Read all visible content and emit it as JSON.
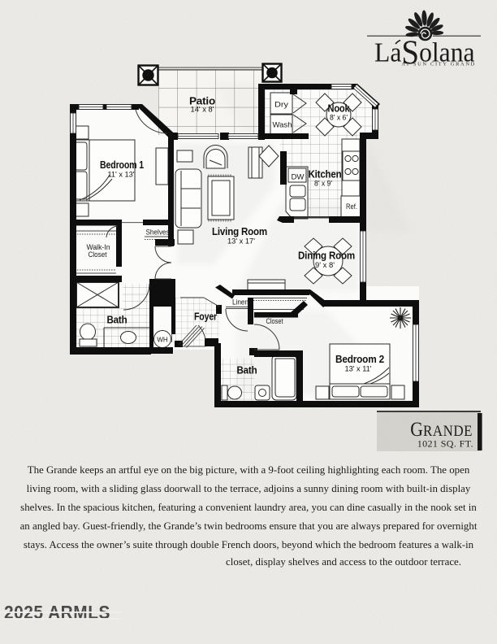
{
  "logo": {
    "brand_first": "La",
    "brand_s": "S",
    "brand_rest": "olana",
    "brand": "LaSolana",
    "tagline": "AT SUN CITY GRAND"
  },
  "title_box": {
    "initial": "G",
    "rest": "RANDE",
    "name": "GRANDE",
    "area": "1021 SQ. FT."
  },
  "plan": {
    "rooms": {
      "patio": {
        "name": "Patio",
        "dims": "14' x 8'"
      },
      "nook": {
        "name": "Nook",
        "dims": "8' x 6'"
      },
      "bedroom1": {
        "name": "Bedroom 1",
        "dims": "11' x 13'"
      },
      "kitchen": {
        "name": "Kitchen",
        "dims": "8' x 9'"
      },
      "living": {
        "name": "Living Room",
        "dims": "13' x 17'"
      },
      "dining": {
        "name": "Dining Room",
        "dims": "9' x 8'"
      },
      "bedroom2": {
        "name": "Bedroom 2",
        "dims": "13' x 11'"
      },
      "bath1": {
        "name": "Bath"
      },
      "bath2": {
        "name": "Bath"
      },
      "foyer": {
        "name": "Foyer"
      },
      "walkin": {
        "line1": "Walk-In",
        "line2": "Closet"
      }
    },
    "fixtures": {
      "dry": "Dry",
      "wash": "Wash",
      "dw": "DW",
      "ref": "Ref.",
      "wh": "WH",
      "linen": "Linen",
      "closet": "Closet",
      "shelves": "Shelves"
    }
  },
  "description": {
    "lines": [
      "The Grande keeps an artful eye on the big picture, with a 9-foot ceiling highlighting each room. The open",
      "living room, with a sliding glass doorwall to the terrace, adjoins a sunny dining room with built-in display",
      "shelves. In the spacious kitchen, featuring a convenient laundry area, you can dine casually in the nook set in",
      "an angled bay. Guest-friendly, the Grande’s twin bedrooms ensure that you are always prepared for overnight",
      "stays. Access the owner’s suite through double French doors, beyond which the bedroom features a walk-in",
      "closet, display shelves and access to the outdoor terrace."
    ]
  },
  "watermark": "2025 ARMLS"
}
